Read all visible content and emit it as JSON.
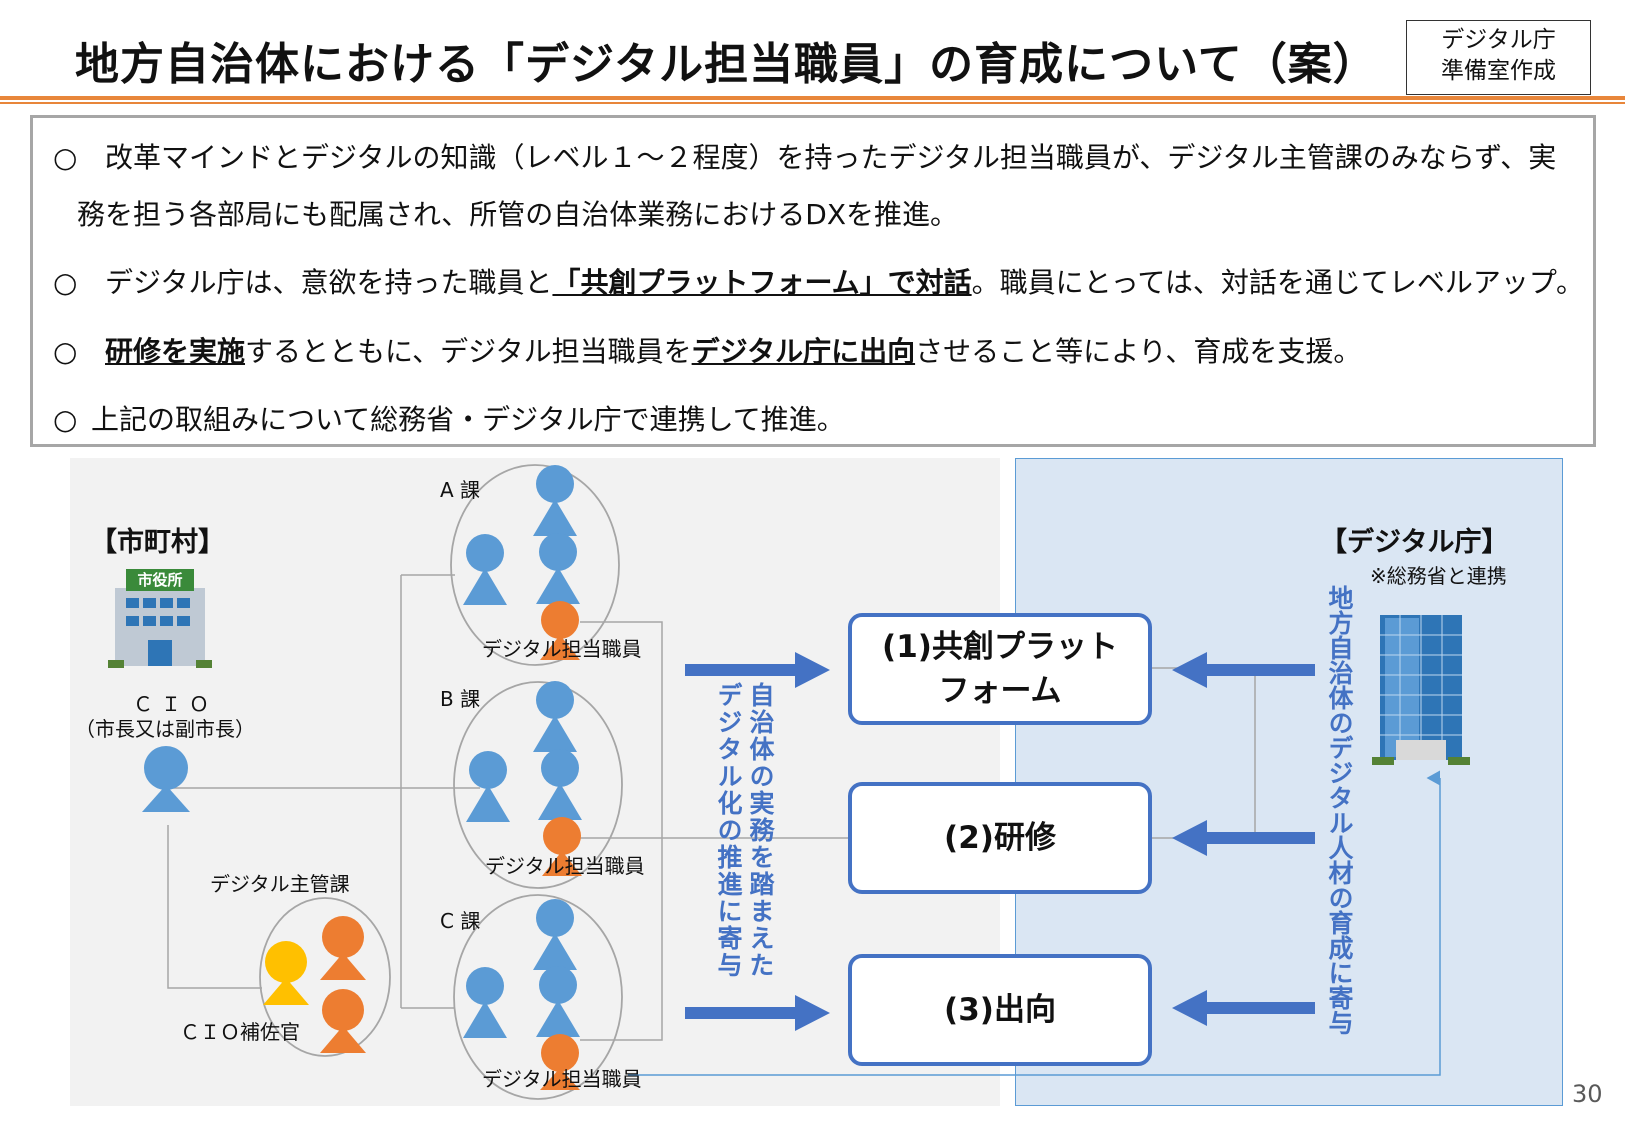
{
  "header": {
    "title": "地方自治体における「デジタル担当職員」の育成について（案）",
    "org_line1": "デジタル庁",
    "org_line2": "準備室作成"
  },
  "summary": {
    "bullet_mark": "○",
    "b1_line1": "改革マインドとデジタルの知識（レベル１～２程度）を持ったデジタル担当職員が、デジタル主管課のみならず、実",
    "b1_line2": "務を担う各部局にも配属され、所管の自治体業務におけるDXを推進。",
    "b2_pre": "デジタル庁は、意欲を持った職員と",
    "b2_bold": "「共創プラットフォーム」で対話",
    "b2_post": "。職員にとっては、対話を通じてレベルアップ。",
    "b3_bold1": "研修を実施",
    "b3_mid": "するとともに、デジタル担当職員を",
    "b3_bold2": "デジタル庁に出向",
    "b3_post": "させること等により、育成を支援。",
    "b4": "上記の取組みについて総務省・デジタル庁で連携して推進。"
  },
  "diagram": {
    "municipality_label": "【市町村】",
    "city_hall_sign": "市役所",
    "cio_label": "ＣＩＯ",
    "cio_sub": "（市長又は副市長）",
    "division_a": "A 課",
    "division_b": "B 課",
    "division_c": "C 課",
    "digital_staff": "デジタル担当職員",
    "digital_main_division": "デジタル主管課",
    "cio_assistant": "ＣＩＯ補佐官",
    "center_vertical_col1": "自治体の実務を踏まえた",
    "center_vertical_col2": "デジタル化の推進に寄与",
    "box1_line1": "(1)共創プラット",
    "box1_line2": "フォーム",
    "box2": "(2)研修",
    "box3": "(3)出向",
    "agency_label": "【デジタル庁】",
    "agency_note": "※総務省と連携",
    "agency_vertical": "地方自治体のデジタル人材の育成に寄与"
  },
  "page_number": "30",
  "colors": {
    "accent_orange": "#e8863a",
    "person_blue": "#5b9bd5",
    "person_orange": "#ed7d31",
    "person_yellow": "#ffc000",
    "arrow_blue": "#4472c4",
    "panel_gray": "#f2f2f2",
    "panel_blue": "#dae6f3"
  }
}
